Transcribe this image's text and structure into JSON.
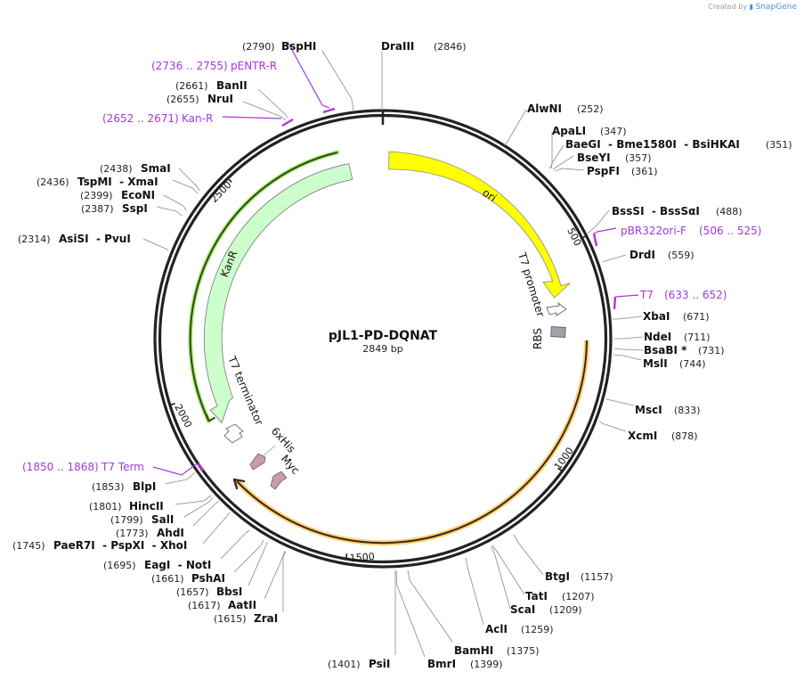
{
  "credit": {
    "prefix": "Created by",
    "brand": "SnapGene"
  },
  "plasmid": {
    "name": "pJL1-PD-DQNAT",
    "length_label": "2849 bp",
    "length": 2849
  },
  "colors": {
    "backbone": "#222222",
    "ori": "#ffff00",
    "kanr_fill": "#ccffcc",
    "kanr_glow": "#a8e86a",
    "orf_glow": "#ffcf73",
    "primer": "#a637e0",
    "tag": "#cc99b2",
    "rbs": "#9ca3ab"
  },
  "ticks": [
    {
      "label": "500",
      "pos": 500
    },
    {
      "label": "1000",
      "pos": 1000
    },
    {
      "label": "1500",
      "pos": 1500
    },
    {
      "label": "2000",
      "pos": 2000
    },
    {
      "label": "2500",
      "pos": 2500
    }
  ],
  "features": {
    "ori": {
      "label": "ori"
    },
    "kanr": {
      "label": "KanR"
    },
    "t7_promoter": {
      "label": "T7 promoter"
    },
    "rbs": {
      "label": "RBS"
    },
    "t7_terminator": {
      "label": "T7 terminator"
    },
    "his_tag": {
      "label": "6xHis"
    },
    "myc_tag": {
      "label": "Myc"
    }
  },
  "enzymes": [
    {
      "name": "BspHI",
      "pos": "(2790)"
    },
    {
      "name": "DraIII",
      "pos": "(2846)"
    },
    {
      "name": "BanII",
      "pos": "(2661)"
    },
    {
      "name": "NruI",
      "pos": "(2655)"
    },
    {
      "name": "AlwNI",
      "pos": "(252)"
    },
    {
      "name": "ApaLI",
      "pos": "(347)"
    },
    {
      "name": "BaeGI  - Bme1580I  - BsiHKAI",
      "pos": "(351)"
    },
    {
      "name": "BseYI",
      "pos": "(357)"
    },
    {
      "name": "PspFI",
      "pos": "(361)"
    },
    {
      "name": "BssSI  - BssSαI",
      "pos": "(488)"
    },
    {
      "name": "DrdI",
      "pos": "(559)"
    },
    {
      "name": "XbaI",
      "pos": "(671)"
    },
    {
      "name": "NdeI",
      "pos": "(711)"
    },
    {
      "name": "BsaBI *",
      "pos": "(731)"
    },
    {
      "name": "MslI",
      "pos": "(744)"
    },
    {
      "name": "MscI",
      "pos": "(833)"
    },
    {
      "name": "XcmI",
      "pos": "(878)"
    },
    {
      "name": "BtgI",
      "pos": "(1157)"
    },
    {
      "name": "TatI",
      "pos": "(1207)"
    },
    {
      "name": "ScaI",
      "pos": "(1209)"
    },
    {
      "name": "AclI",
      "pos": "(1259)"
    },
    {
      "name": "BamHI",
      "pos": "(1375)"
    },
    {
      "name": "BmrI",
      "pos": "(1399)"
    },
    {
      "name": "PsiI",
      "pos": "(1401)"
    },
    {
      "name": "ZraI",
      "pos": "(1615)"
    },
    {
      "name": "AatII",
      "pos": "(1617)"
    },
    {
      "name": "BbsI",
      "pos": "(1657)"
    },
    {
      "name": "PshAI",
      "pos": "(1661)"
    },
    {
      "name": "EagI  - NotI",
      "pos": "(1695)"
    },
    {
      "name": "PaeR7I  - PspXI  - XhoI",
      "pos": "(1745)"
    },
    {
      "name": "AhdI",
      "pos": "(1773)"
    },
    {
      "name": "SalI",
      "pos": "(1799)"
    },
    {
      "name": "HincII",
      "pos": "(1801)"
    },
    {
      "name": "BlpI",
      "pos": "(1853)"
    },
    {
      "name": "AsiSI  - PvuI",
      "pos": "(2314)"
    },
    {
      "name": "SspI",
      "pos": "(2387)"
    },
    {
      "name": "EcoNI",
      "pos": "(2399)"
    },
    {
      "name": "TspMI  - XmaI",
      "pos": "(2436)"
    },
    {
      "name": "SmaI",
      "pos": "(2438)"
    }
  ],
  "primers": [
    {
      "name": "pENTR-R",
      "range": "(2736 .. 2755)"
    },
    {
      "name": "Kan-R",
      "range": "(2652 .. 2671)"
    },
    {
      "name": "pBR322ori-F",
      "range": "(506 .. 525)"
    },
    {
      "name": "T7",
      "range": "(633 .. 652)"
    },
    {
      "name": "T7 Term",
      "range": "(1850 .. 1868)"
    }
  ]
}
